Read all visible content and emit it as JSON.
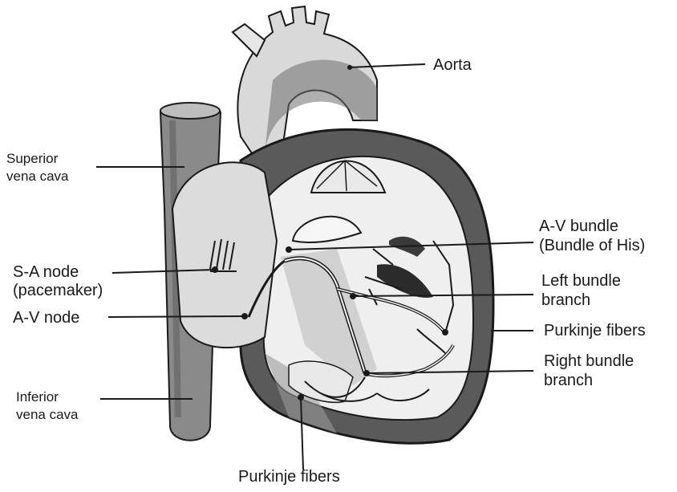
{
  "labels": {
    "aorta": "Aorta",
    "superior_vena_cava": [
      "Superior",
      "vena cava"
    ],
    "sa_node": [
      "S-A node",
      "(pacemaker)"
    ],
    "av_node": "A-V node",
    "inferior_vena_cava": [
      "Inferior",
      "vena cava"
    ],
    "av_bundle": [
      "A-V bundle",
      "(Bundle of His)"
    ],
    "left_bundle_branch": [
      "Left bundle",
      "branch"
    ],
    "purkinje_fibers_right": "Purkinje fibers",
    "right_bundle_branch": [
      "Right bundle",
      "branch"
    ],
    "purkinje_fibers_bottom": "Purkinje fibers"
  },
  "colors": {
    "ink": "#1a1a1a",
    "dark_tissue": "#4a4a4a",
    "mid_tissue": "#7a7a7a",
    "light_tissue": "#d6d6d6",
    "chamber": "#f4f4f4"
  }
}
